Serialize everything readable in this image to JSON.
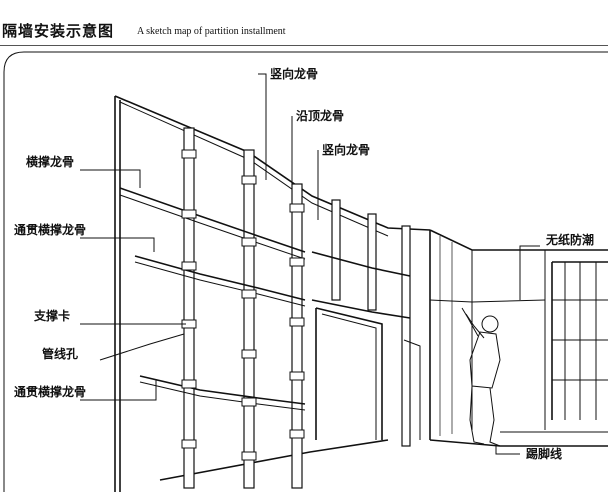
{
  "header": {
    "title_cn": "隔墙安装示意图",
    "title_en": "A sketch map of partition installment"
  },
  "labels": {
    "vertical_keel_top": "竖向龙骨",
    "ceiling_runner": "沿顶龙骨",
    "vertical_keel_mid": "竖向龙骨",
    "cross_brace_keel": "横撑龙骨",
    "through_brace_keel_upper": "通贯横撑龙骨",
    "support_clip": "支撑卡",
    "conduit_hole": "管线孔",
    "through_brace_keel_lower": "通贯横撑龙骨",
    "paperless_board": "无纸防潮",
    "skirting_line": "踢脚线"
  }
}
